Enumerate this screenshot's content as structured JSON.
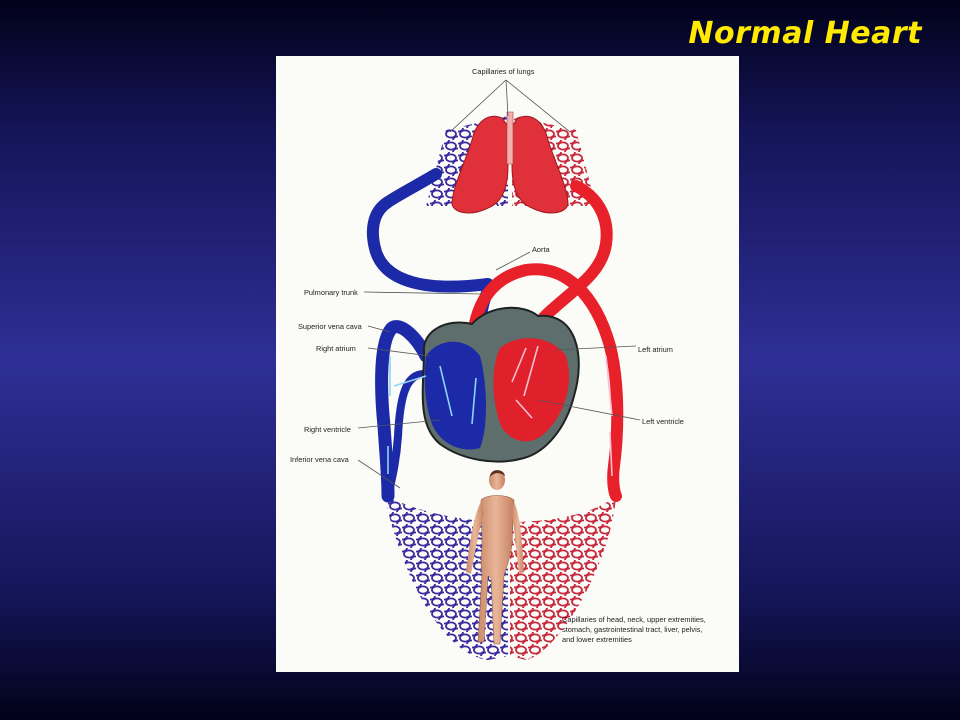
{
  "slide": {
    "title": "Normal Heart"
  },
  "labels": {
    "capillaries_lungs": "Capillaries of lungs",
    "aorta": "Aorta",
    "pulmonary_trunk": "Pulmonary trunk",
    "superior_vena_cava": "Superior vena cava",
    "right_atrium": "Right atrium",
    "left_atrium": "Left atrium",
    "right_ventricle": "Right ventricle",
    "left_ventricle": "Left ventricle",
    "inferior_vena_cava": "Inferior vena cava",
    "capillaries_body_1": "Capillaries of head, neck, upper extremities,",
    "capillaries_body_2": "stomach, gastrointestinal tract, liver, pelvis,",
    "capillaries_body_3": "and lower extremities"
  },
  "colors": {
    "oxygenated": "#e8202a",
    "deoxygenated": "#1c2aa8",
    "heart_wall": "#5e6e6c",
    "title": "#ffea00"
  }
}
